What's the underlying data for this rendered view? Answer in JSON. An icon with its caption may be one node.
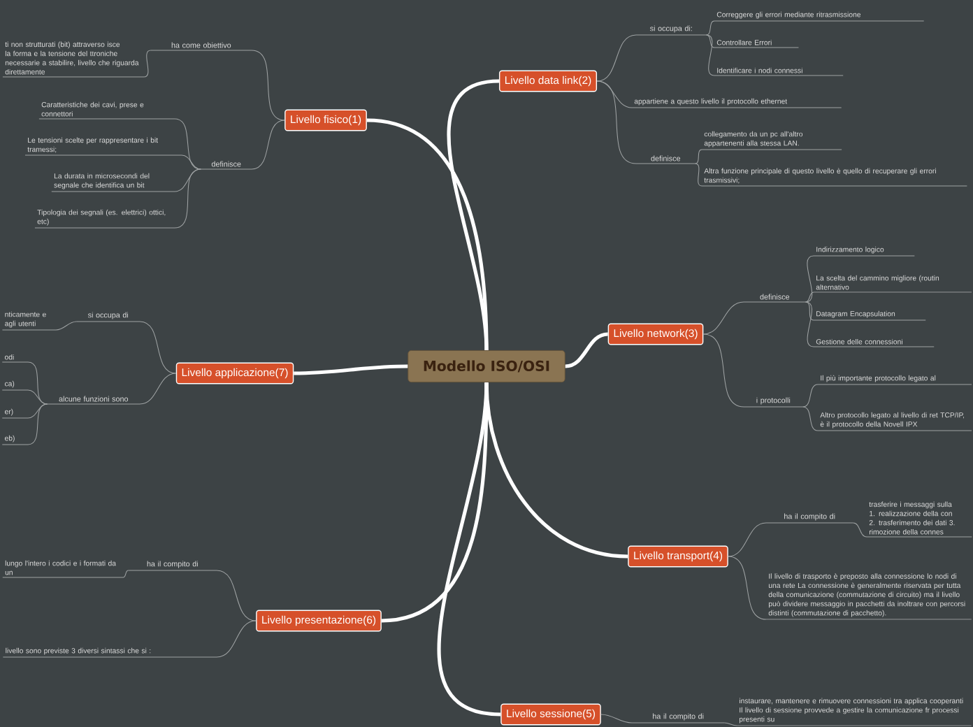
{
  "diagram": {
    "nodes": [
      {
        "text": [
          "Modello ISO/OSI"
        ]
      },
      {
        "text": [
          "Livello fisico(1)"
        ]
      },
      {
        "text": [
          "ha come obiettivo"
        ]
      },
      {
        "text": [
          "ti non strutturati (bit) attraverso isce la forma e la tensione del ttroniche necessarie a stabilire, livello che riguarda direttamente"
        ]
      },
      {
        "text": [
          "definisce"
        ]
      },
      {
        "text": [
          "Caratteristiche dei cavi, prese e connettori"
        ]
      },
      {
        "text": [
          "Le tensioni scelte per rappresentare i bit tramessi;"
        ]
      },
      {
        "text": [
          "La durata in microsecondi del segnale che identifica un bit"
        ]
      },
      {
        "text": [
          "Tipologia dei segnali (es. elettrici) ottici, etc)"
        ]
      },
      {
        "text": [
          "Livello data link(2)"
        ]
      },
      {
        "text": [
          "si occupa di:"
        ]
      },
      {
        "text": [
          "Correggere gli errori mediante ritrasmissione"
        ]
      },
      {
        "text": [
          "Controllare Errori"
        ]
      },
      {
        "text": [
          "Identificare i nodi connessi"
        ]
      },
      {
        "text": [
          "appartiene a questo livello il protocollo ethernet"
        ]
      },
      {
        "text": [
          "definisce"
        ]
      },
      {
        "text": [
          "collegamento da un pc all'altro appartenenti alla stessa LAN."
        ]
      },
      {
        "text": [
          "Altra funzione principale di questo livello è quello di recuperare gli errori trasmissivi;"
        ]
      },
      {
        "text": [
          "Livello network(3)"
        ]
      },
      {
        "text": [
          "definisce"
        ]
      },
      {
        "text": [
          "Indirizzamento logico"
        ]
      },
      {
        "text": [
          "La scelta del cammino migliore (routin alternativo"
        ]
      },
      {
        "text": [
          "Datagram Encapsulation"
        ]
      },
      {
        "text": [
          "Gestione delle connessioni"
        ]
      },
      {
        "text": [
          "i protocolli"
        ]
      },
      {
        "text": [
          "Il più importante protocollo legato al"
        ]
      },
      {
        "text": [
          "Altro protocollo legato al livello di ret TCP/IP, è il protocollo della Novell IPX"
        ]
      },
      {
        "text": [
          "Livello transport(4)"
        ]
      },
      {
        "text": [
          "ha il compito di"
        ]
      },
      {
        "text": [
          "trasferire i messaggi sulla 1. realizzazione della con 2. trasferimento dei dati 3. rimozione della connes"
        ]
      },
      {
        "text": [
          "Il livello di trasporto è preposto alla connessione lo nodi di una rete La connessione è generalmente riservata per tutta della comunicazione (commutazione di circuito) ma il livello può dividere messaggio in pacchetti da inoltrare con percorsi distinti (commutazione di pacchetto)."
        ]
      },
      {
        "text": [
          "Livello sessione(5)"
        ]
      },
      {
        "text": [
          "ha il compito di"
        ]
      },
      {
        "text": [
          "instaurare, mantenere e rimuovere connessioni tra applica cooperanti Il livello di sessione provvede a gestire la comunicazione fr processi presenti su"
        ]
      },
      {
        "text": [
          "Livello presentazione(6)"
        ]
      },
      {
        "text": [
          "ha il compito di"
        ]
      },
      {
        "text": [
          "lungo l'intero i codici e i formati da un"
        ]
      },
      {
        "text": [
          "livello sono previste 3 diversi sintassi che si :"
        ]
      },
      {
        "text": [
          "Livello applicazione(7)"
        ]
      },
      {
        "text": [
          "si occupa di"
        ]
      },
      {
        "text": [
          "nticamente e agli utenti"
        ]
      },
      {
        "text": [
          "alcune funzioni sono"
        ]
      },
      {
        "text": [
          "odi"
        ]
      },
      {
        "text": [
          "ca)"
        ]
      },
      {
        "text": [
          "er)"
        ]
      },
      {
        "text": [
          "eb)"
        ]
      }
    ],
    "edges": [
      {
        "from": 0,
        "to": 1,
        "arrow": "none",
        "style": "thick",
        "color": "#ffffff"
      },
      {
        "from": 0,
        "to": 9,
        "arrow": "none",
        "style": "thick",
        "color": "#ffffff"
      },
      {
        "from": 0,
        "to": 18,
        "arrow": "none",
        "style": "thick",
        "color": "#ffffff"
      },
      {
        "from": 0,
        "to": 27,
        "arrow": "none",
        "style": "thick",
        "color": "#ffffff"
      },
      {
        "from": 0,
        "to": 31,
        "arrow": "none",
        "style": "thick",
        "color": "#ffffff"
      },
      {
        "from": 0,
        "to": 34,
        "arrow": "none",
        "style": "thick",
        "color": "#ffffff"
      },
      {
        "from": 0,
        "to": 38,
        "arrow": "none",
        "style": "thick",
        "color": "#ffffff"
      },
      {
        "from": 1,
        "to": 2,
        "arrow": "none"
      },
      {
        "from": 2,
        "to": 3,
        "arrow": "none"
      },
      {
        "from": 1,
        "to": 4,
        "arrow": "none"
      },
      {
        "from": 4,
        "to": 5,
        "arrow": "none"
      },
      {
        "from": 4,
        "to": 6,
        "arrow": "none"
      },
      {
        "from": 4,
        "to": 7,
        "arrow": "none"
      },
      {
        "from": 4,
        "to": 8,
        "arrow": "none"
      },
      {
        "from": 9,
        "to": 10,
        "arrow": "none"
      },
      {
        "from": 10,
        "to": 11,
        "arrow": "none"
      },
      {
        "from": 10,
        "to": 12,
        "arrow": "none"
      },
      {
        "from": 10,
        "to": 13,
        "arrow": "none"
      },
      {
        "from": 9,
        "to": 14,
        "arrow": "none"
      },
      {
        "from": 9,
        "to": 15,
        "arrow": "none"
      },
      {
        "from": 15,
        "to": 16,
        "arrow": "none"
      },
      {
        "from": 15,
        "to": 17,
        "arrow": "none"
      },
      {
        "from": 18,
        "to": 19,
        "arrow": "none"
      },
      {
        "from": 19,
        "to": 20,
        "arrow": "none"
      },
      {
        "from": 19,
        "to": 21,
        "arrow": "none"
      },
      {
        "from": 19,
        "to": 22,
        "arrow": "none"
      },
      {
        "from": 19,
        "to": 23,
        "arrow": "none"
      },
      {
        "from": 18,
        "to": 24,
        "arrow": "none"
      },
      {
        "from": 24,
        "to": 25,
        "arrow": "none"
      },
      {
        "from": 24,
        "to": 26,
        "arrow": "none"
      },
      {
        "from": 27,
        "to": 28,
        "arrow": "none"
      },
      {
        "from": 28,
        "to": 29,
        "arrow": "none"
      },
      {
        "from": 27,
        "to": 30,
        "arrow": "none"
      },
      {
        "from": 31,
        "to": 32,
        "arrow": "none"
      },
      {
        "from": 32,
        "to": 33,
        "arrow": "none"
      },
      {
        "from": 34,
        "to": 35,
        "arrow": "none"
      },
      {
        "from": 35,
        "to": 36,
        "arrow": "none"
      },
      {
        "from": 34,
        "to": 37,
        "arrow": "none"
      },
      {
        "from": 38,
        "to": 39,
        "arrow": "none"
      },
      {
        "from": 39,
        "to": 40,
        "arrow": "none"
      },
      {
        "from": 38,
        "to": 41,
        "arrow": "none"
      },
      {
        "from": 41,
        "to": 42,
        "arrow": "none"
      },
      {
        "from": 41,
        "to": 43,
        "arrow": "none"
      },
      {
        "from": 41,
        "to": 44,
        "arrow": "none"
      },
      {
        "from": 41,
        "to": 45,
        "arrow": "none"
      }
    ]
  }
}
